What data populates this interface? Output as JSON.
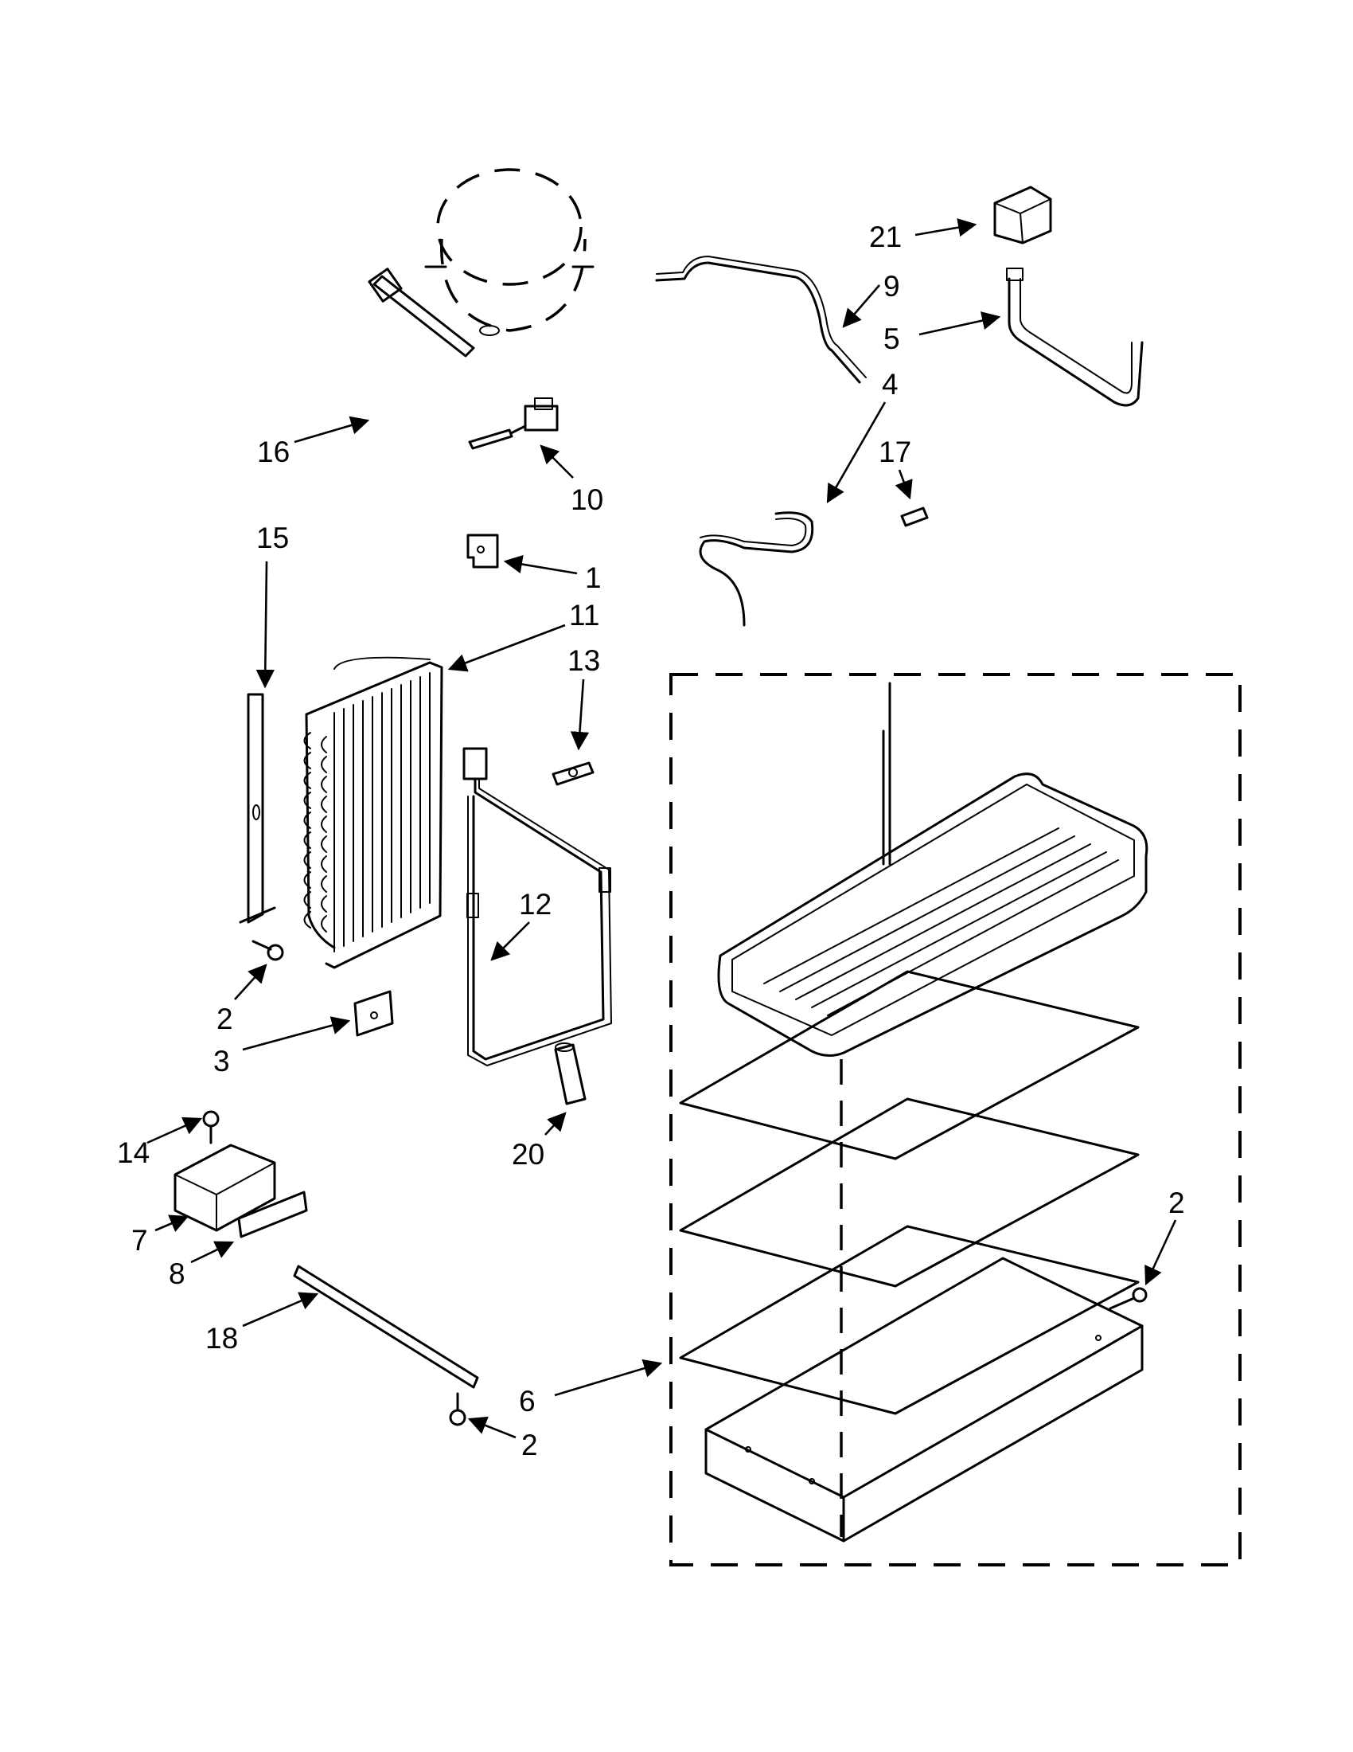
{
  "callouts": {
    "c1": "1",
    "c2a": "2",
    "c2b": "2",
    "c2c": "2",
    "c3": "3",
    "c4": "4",
    "c5": "5",
    "c6": "6",
    "c7": "7",
    "c8": "8",
    "c9": "9",
    "c10": "10",
    "c11": "11",
    "c12": "12",
    "c13": "13",
    "c14": "14",
    "c15": "15",
    "c16": "16",
    "c17": "17",
    "c18": "18",
    "c20": "20",
    "c21": "21"
  },
  "colors": {
    "line": "#000000",
    "background": "#ffffff"
  }
}
